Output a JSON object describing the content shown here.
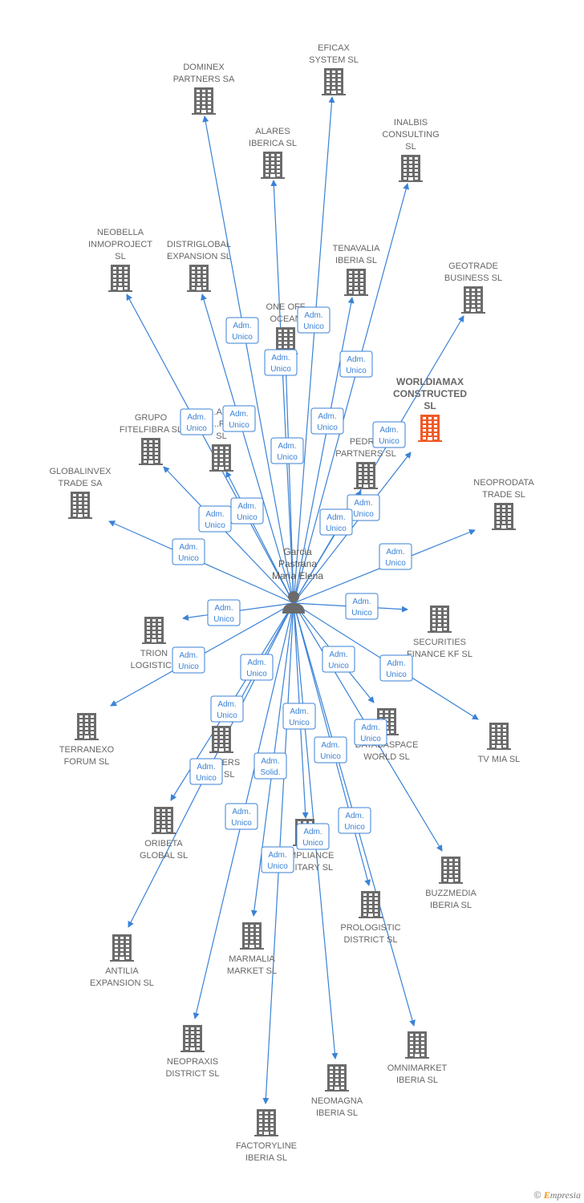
{
  "colors": {
    "edge": "#3a82d6",
    "building": "#6b6b6b",
    "highlight": "#f05a28"
  },
  "person": {
    "lines": [
      "Garcia",
      "Pastrana",
      "Maria Elena"
    ],
    "icon": "person-icon"
  },
  "companies": [
    {
      "id": "dominex",
      "lines": [
        "DOMINEX",
        "PARTNERS SA"
      ]
    },
    {
      "id": "eficax",
      "lines": [
        "EFICAX",
        "SYSTEM SL"
      ]
    },
    {
      "id": "alares",
      "lines": [
        "ALARES",
        "IBERICA  SL"
      ]
    },
    {
      "id": "inalbis",
      "lines": [
        "INALBIS",
        "CONSULTING",
        "SL"
      ]
    },
    {
      "id": "neobella",
      "lines": [
        "NEOBELLA",
        "INMOPROJECT",
        "SL"
      ]
    },
    {
      "id": "distriglobal",
      "lines": [
        "DISTRIGLOBAL",
        "EXPANSION  SL"
      ]
    },
    {
      "id": "tenavalia",
      "lines": [
        "TENAVALIA",
        "IBERIA  SL"
      ]
    },
    {
      "id": "geotrade",
      "lines": [
        "GEOTRADE",
        "BUSINESS  SL"
      ]
    },
    {
      "id": "oneoff",
      "lines": [
        "ONE OFF",
        "OCEAN"
      ]
    },
    {
      "id": "worldiamax",
      "lines": [
        "WORLDIAMAX",
        "CONSTRUCTED",
        "SL"
      ],
      "highlight": true
    },
    {
      "id": "grupofitelfibra",
      "lines": [
        "GRUPO",
        "FITELFIBRA  SL"
      ]
    },
    {
      "id": "vialo",
      "lines": [
        "...ALO",
        "...RA",
        "SL"
      ]
    },
    {
      "id": "pedriz",
      "lines": [
        "PEDRIZ",
        "PARTNERS SL"
      ]
    },
    {
      "id": "globalinvex",
      "lines": [
        "GLOBALINVEX",
        "TRADE SA"
      ]
    },
    {
      "id": "neoprodata",
      "lines": [
        "NEOPRODATA",
        "TRADE  SL"
      ]
    },
    {
      "id": "trion",
      "lines": [
        "TRION",
        "LOGISTICS"
      ]
    },
    {
      "id": "securities",
      "lines": [
        "SECURITIES",
        "FINANCE KF  SL"
      ]
    },
    {
      "id": "terranexo",
      "lines": [
        "TERRANEXO",
        "FORUM  SL"
      ]
    },
    {
      "id": "partnersx",
      "lines": [
        "...TNERS",
        "...K  SL"
      ]
    },
    {
      "id": "databaspace",
      "lines": [
        "DATABASPACE",
        "WORLD  SL"
      ]
    },
    {
      "id": "tvmia",
      "lines": [
        "TV MIA  SL"
      ]
    },
    {
      "id": "oribeta",
      "lines": [
        "ORIBETA",
        "GLOBAL  SL"
      ]
    },
    {
      "id": "compliance",
      "lines": [
        "COMPLIANCE",
        "SANITARY  SL"
      ]
    },
    {
      "id": "buzzmedia",
      "lines": [
        "BUZZMEDIA",
        "IBERIA  SL"
      ]
    },
    {
      "id": "antilia",
      "lines": [
        "ANTILIA",
        "EXPANSION  SL"
      ]
    },
    {
      "id": "marmalia",
      "lines": [
        "MARMALIA",
        "MARKET  SL"
      ]
    },
    {
      "id": "prologistic",
      "lines": [
        "PROLOGISTIC",
        "DISTRICT  SL"
      ]
    },
    {
      "id": "neopraxis",
      "lines": [
        "NEOPRAXIS",
        "DISTRICT  SL"
      ]
    },
    {
      "id": "omnimarket",
      "lines": [
        "OMNIMARKET",
        "IBERIA  SL"
      ]
    },
    {
      "id": "neomagna",
      "lines": [
        "NEOMAGNA",
        "IBERIA  SL"
      ]
    },
    {
      "id": "factoryline",
      "lines": [
        "FACTORYLINE",
        "IBERIA  SL"
      ]
    }
  ],
  "edges": [
    {
      "to": "dominex",
      "role": [
        "Adm.",
        "Unico"
      ]
    },
    {
      "to": "eficax",
      "role": [
        "Adm.",
        "Unico"
      ]
    },
    {
      "to": "alares",
      "role": [
        "Adm.",
        "Unico"
      ]
    },
    {
      "to": "inalbis",
      "role": [
        "Adm.",
        "Unico"
      ]
    },
    {
      "to": "neobella",
      "role": [
        "Adm.",
        "Unico"
      ]
    },
    {
      "to": "distriglobal",
      "role": [
        "Adm.",
        "Unico"
      ]
    },
    {
      "to": "tenavalia",
      "role": [
        "Adm.",
        "Unico"
      ]
    },
    {
      "to": "geotrade",
      "role": [
        "Adm.",
        "Unico"
      ]
    },
    {
      "to": "oneoff",
      "role": [
        "Adm.",
        "Unico"
      ]
    },
    {
      "to": "worldiamax",
      "role": [
        "Adm.",
        "Unico"
      ]
    },
    {
      "to": "grupofitelfibra",
      "role": [
        "Adm.",
        "Unico"
      ]
    },
    {
      "to": "vialo",
      "role": [
        "Adm.",
        "Unico"
      ]
    },
    {
      "to": "pedriz",
      "role": [
        "Adm.",
        "Unico"
      ]
    },
    {
      "to": "globalinvex",
      "role": [
        "Adm.",
        "Unico"
      ]
    },
    {
      "to": "neoprodata",
      "role": [
        "Adm.",
        "Unico"
      ]
    },
    {
      "to": "trion",
      "role": [
        "Adm.",
        "Unico"
      ]
    },
    {
      "to": "securities",
      "role": [
        "Adm.",
        "Unico"
      ]
    },
    {
      "to": "terranexo",
      "role": [
        "Adm.",
        "Unico"
      ]
    },
    {
      "to": "partnersx",
      "role": [
        "Adm.",
        "Unico"
      ]
    },
    {
      "to": "databaspace",
      "role": [
        "Adm.",
        "Unico"
      ]
    },
    {
      "to": "tvmia",
      "role": [
        "Adm.",
        "Unico"
      ]
    },
    {
      "to": "oribeta",
      "role": [
        "Adm.",
        "Unico"
      ]
    },
    {
      "to": "compliance",
      "role": [
        "Adm.",
        "Unico"
      ]
    },
    {
      "to": "buzzmedia",
      "role": [
        "Adm.",
        "Unico"
      ]
    },
    {
      "to": "antilia",
      "role": [
        "Adm.",
        "Unico"
      ]
    },
    {
      "to": "marmalia",
      "role": [
        "Adm.",
        "Solid."
      ]
    },
    {
      "to": "prologistic",
      "role": [
        "Adm.",
        "Unico"
      ]
    },
    {
      "to": "neopraxis",
      "role": [
        "Adm.",
        "Unico"
      ]
    },
    {
      "to": "omnimarket",
      "role": [
        "Adm.",
        "Unico"
      ]
    },
    {
      "to": "neomagna",
      "role": [
        "Adm.",
        "Unico"
      ]
    },
    {
      "to": "factoryline",
      "role": [
        "Adm.",
        "Unico"
      ]
    }
  ],
  "copyright": {
    "symbol": "©",
    "brand_initial": "E",
    "brand_rest": "mpresia"
  }
}
